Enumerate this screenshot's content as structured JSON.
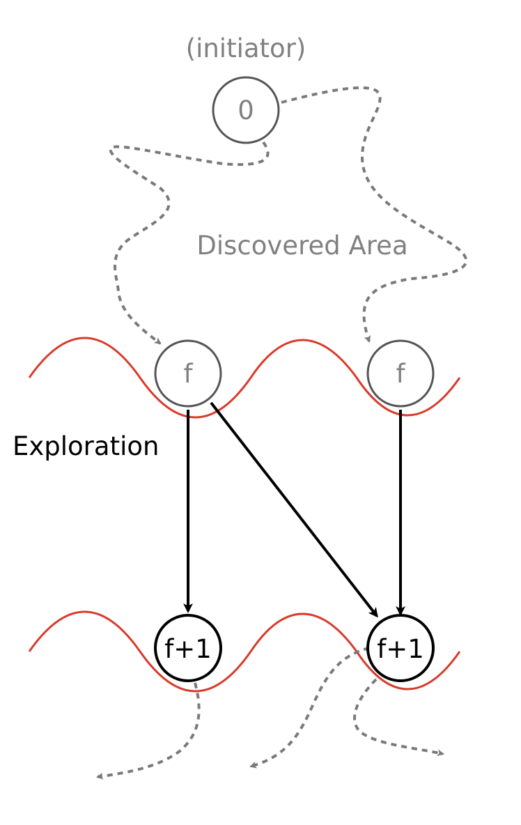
{
  "labels": {
    "initiator": "(initiator)",
    "discovered_area": "Discovered Area",
    "exploration": "Exploration"
  },
  "nodes": {
    "initiator": "0",
    "frontier_left": "f",
    "frontier_right": "f",
    "next_left": "f+1",
    "next_right": "f+1"
  },
  "colors": {
    "frontier_wave": "#d93a2b",
    "gray_path": "#7a7a7a",
    "black_edge": "#000000",
    "gray_node_stroke": "#555555"
  }
}
